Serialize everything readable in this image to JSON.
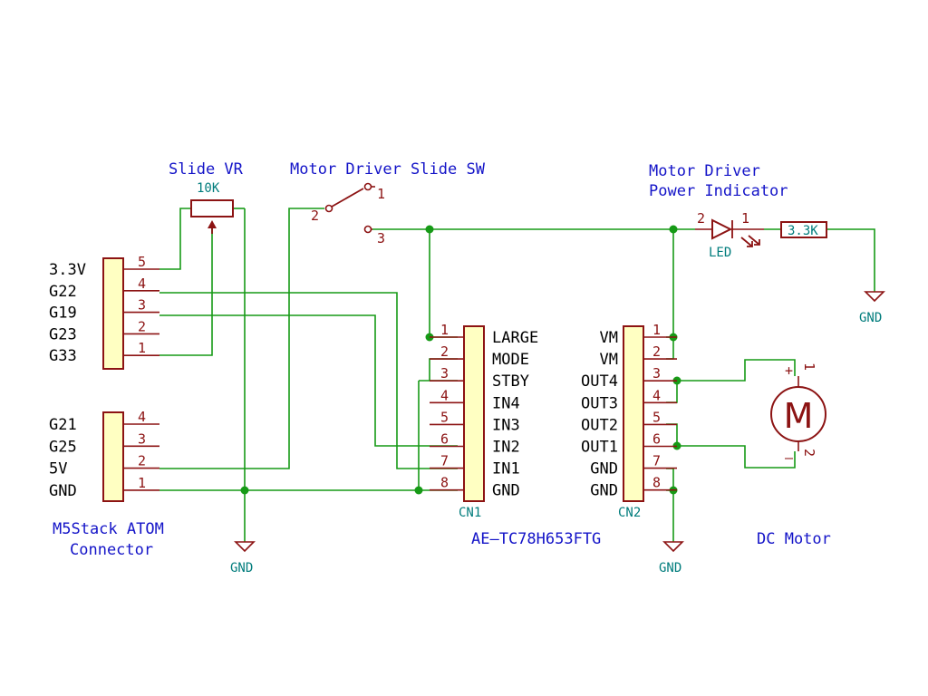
{
  "labels": {
    "slide_vr": "Slide VR",
    "vr_value": "10K",
    "motor_sw": "Motor Driver Slide SW",
    "sw_pin1": "1",
    "sw_pin2": "2",
    "sw_pin3": "3",
    "indicator_line1": "Motor Driver",
    "indicator_line2": "Power Indicator",
    "led_pin2": "2",
    "led_pin1": "1",
    "led_ref": "LED",
    "resistor_value": "3.3K",
    "gnd": "GND",
    "atom_line1": "M5Stack ATOM",
    "atom_line2": "Connector",
    "driver_module": "AE–TC78H653FTG",
    "cn1_ref": "CN1",
    "cn2_ref": "CN2",
    "dc_motor": "DC Motor",
    "motor_letter": "M",
    "motor_plus": "+",
    "motor_minus": "–",
    "motor_pin1": "1",
    "motor_pin2": "2"
  },
  "conn_top": {
    "pins": [
      {
        "num": "5",
        "name": "3.3V"
      },
      {
        "num": "4",
        "name": "G22"
      },
      {
        "num": "3",
        "name": "G19"
      },
      {
        "num": "2",
        "name": "G23"
      },
      {
        "num": "1",
        "name": "G33"
      }
    ]
  },
  "conn_bottom": {
    "pins": [
      {
        "num": "4",
        "name": "G21"
      },
      {
        "num": "3",
        "name": "G25"
      },
      {
        "num": "2",
        "name": "5V"
      },
      {
        "num": "1",
        "name": "GND"
      }
    ]
  },
  "cn1": {
    "pins": [
      {
        "num": "1",
        "name": "LARGE"
      },
      {
        "num": "2",
        "name": "MODE"
      },
      {
        "num": "3",
        "name": "STBY"
      },
      {
        "num": "4",
        "name": "IN4"
      },
      {
        "num": "5",
        "name": "IN3"
      },
      {
        "num": "6",
        "name": "IN2"
      },
      {
        "num": "7",
        "name": "IN1"
      },
      {
        "num": "8",
        "name": "GND"
      }
    ]
  },
  "cn2": {
    "pins": [
      {
        "num": "1",
        "name": "VM"
      },
      {
        "num": "2",
        "name": "VM"
      },
      {
        "num": "3",
        "name": "OUT4"
      },
      {
        "num": "4",
        "name": "OUT3"
      },
      {
        "num": "5",
        "name": "OUT2"
      },
      {
        "num": "6",
        "name": "OUT1"
      },
      {
        "num": "7",
        "name": "GND"
      },
      {
        "num": "8",
        "name": "GND"
      }
    ]
  },
  "colors": {
    "wire": "#169a16",
    "symbol": "#8c1313",
    "symbol_fill": "#ffffc2",
    "label_blue": "#1414c8",
    "ref_teal": "#007c7c"
  }
}
